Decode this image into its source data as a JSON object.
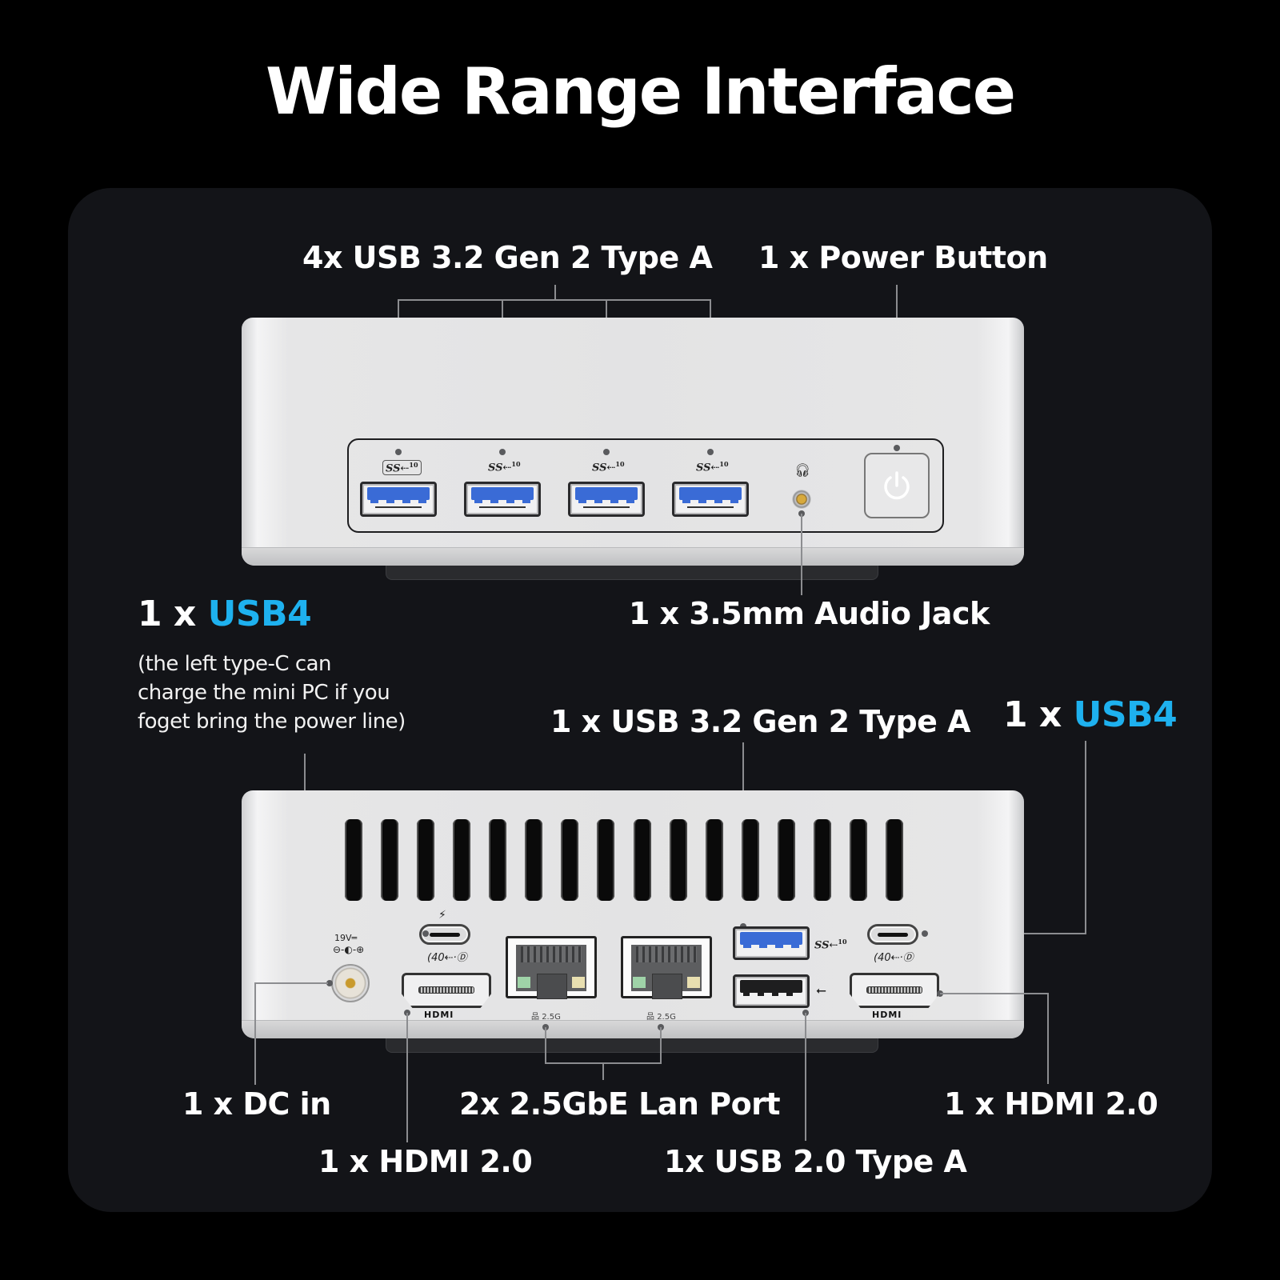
{
  "title": "Wide Range Interface",
  "colors": {
    "background": "#000000",
    "panel": "#131418",
    "accent": "#1eb1ef",
    "text": "#ffffff",
    "leader_line": "#8c8d90",
    "usb3_blue": "#3a6bd6"
  },
  "front": {
    "labels": {
      "usb_a": "4x USB 3.2 Gen 2 Type A",
      "power": "1 x Power Button",
      "audio": "1 x 3.5mm Audio Jack"
    },
    "usb_ports": [
      {
        "logo": "SS",
        "speed": "10",
        "icon": "ss-usb-10-charge-icon"
      },
      {
        "logo": "SS",
        "speed": "10",
        "icon": "ss-usb-10-icon"
      },
      {
        "logo": "SS",
        "speed": "10",
        "icon": "ss-usb-10-icon"
      },
      {
        "logo": "SS",
        "speed": "10",
        "icon": "ss-usb-10-icon"
      }
    ],
    "audio_icon": "headset-icon",
    "power_icon": "power-icon"
  },
  "back": {
    "labels": {
      "usb4_left_prefix": "1 x ",
      "usb4_left_accent": "USB4",
      "usb4_left_note_1": "(the left type-C can",
      "usb4_left_note_2": "charge the mini PC if you",
      "usb4_left_note_3": "foget bring the power line)",
      "usb_a_top": "1 x USB 3.2 Gen 2 Type A",
      "usb4_right_prefix": "1 x ",
      "usb4_right_accent": "USB4",
      "dc_in": "1 x DC in",
      "hdmi_left": "1 x HDMI 2.0",
      "lan": "2x 2.5GbE Lan Port",
      "usb2": "1x USB 2.0 Type A",
      "hdmi_right": "1 x HDMI 2.0"
    },
    "port_markings": {
      "dc_voltage": "19V",
      "dc_polarity": "⊖-◐-⊕",
      "usbc_speed": "40",
      "hdmi_text": "HDMI",
      "lan_speed_1": "2.5G",
      "lan_speed_2": "2.5G",
      "usb3_speed": "10"
    },
    "vent_count": 16
  }
}
